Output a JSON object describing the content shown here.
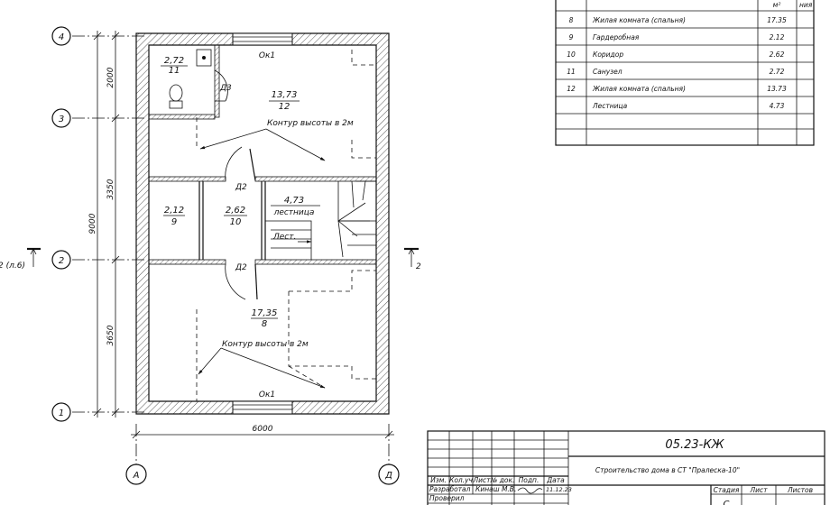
{
  "axes": {
    "rows": [
      "4",
      "3",
      "2",
      "1"
    ],
    "cols": [
      "А",
      "Д"
    ]
  },
  "dimensions": {
    "seg_top": "2000",
    "seg_mid": "3350",
    "seg_bot": "3650",
    "total_vert": "9000",
    "width": "6000"
  },
  "section": {
    "left_label": "2 (л.6)",
    "right_label": "2"
  },
  "rooms": [
    {
      "area": "2,72",
      "num": "11"
    },
    {
      "area": "13,73",
      "num": "12"
    },
    {
      "area": "2,12",
      "num": "9"
    },
    {
      "area": "2,62",
      "num": "10"
    },
    {
      "area": "4,73",
      "num": "лестница"
    },
    {
      "area": "17,35",
      "num": "8"
    }
  ],
  "plan_labels": {
    "window_top": "Ок1",
    "window_bottom": "Ок1",
    "door_d3": "Д3",
    "door_d2_upper": "Д2",
    "door_d2_lower": "Д2",
    "contour_upper": "Контур высоты в 2м",
    "contour_lower": "Контур высоты в 2м",
    "stair_label": "Лест."
  },
  "spec_table": {
    "header_area": "м²",
    "header_note": "ния",
    "rows": [
      {
        "num": "8",
        "name": "Жилая комната (спальня)",
        "area": "17.35"
      },
      {
        "num": "9",
        "name": "Гардеробная",
        "area": "2.12"
      },
      {
        "num": "10",
        "name": "Коридор",
        "area": "2.62"
      },
      {
        "num": "11",
        "name": "Санузел",
        "area": "2.72"
      },
      {
        "num": "12",
        "name": "Жилая комната (спальня)",
        "area": "13.73"
      },
      {
        "num": "",
        "name": "Лестница",
        "area": "4.73"
      }
    ]
  },
  "title_block": {
    "code": "05.23-КЖ",
    "project": "Строительство дома в СТ \"Пралеска-10\"",
    "headers": [
      "Изм.",
      "Кол.уч",
      "Лист",
      "№ док.",
      "Подп.",
      "Дата"
    ],
    "rows": [
      {
        "role": "Разработал",
        "name": "Кинаш М.В.",
        "date": "11.12.23"
      },
      {
        "role": "Проверил",
        "name": "",
        "date": ""
      }
    ],
    "stage_headers": [
      "Стадия",
      "Лист",
      "Листов"
    ],
    "stage": "С"
  }
}
